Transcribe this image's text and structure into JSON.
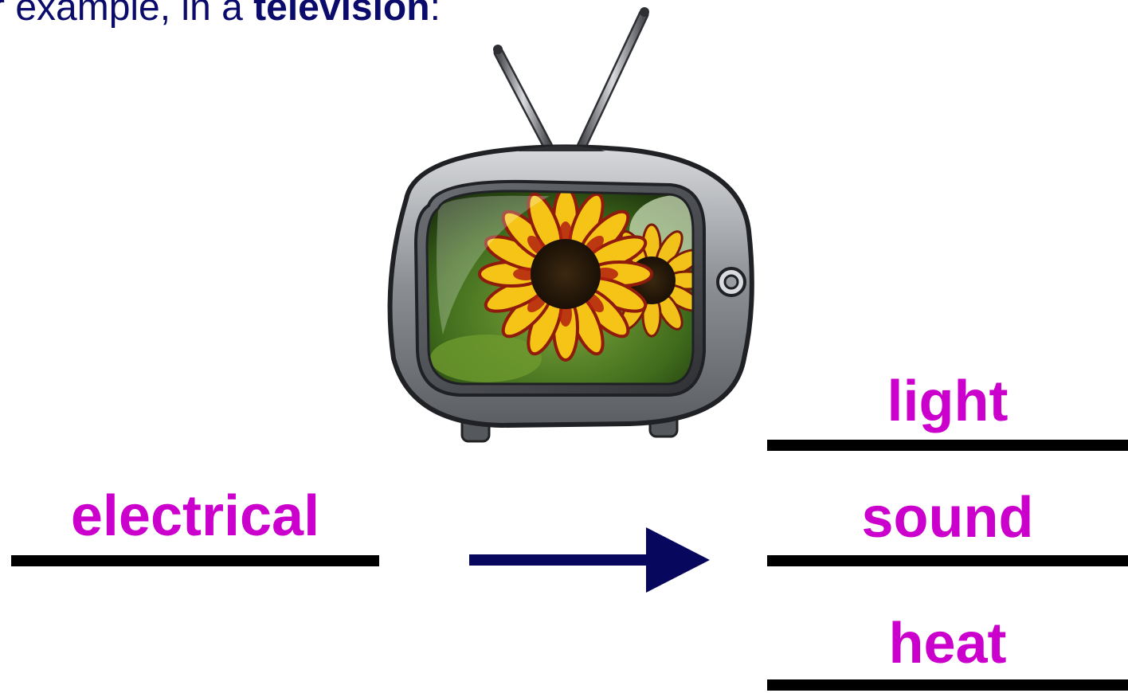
{
  "intro": {
    "prefix": "r example, in a ",
    "device": "television",
    "suffix": ":"
  },
  "input_energy": "electrical",
  "output_energies": [
    "light",
    "sound",
    "heat"
  ],
  "colors": {
    "intro_text": "#0b0b6b",
    "answer_text": "#cc00cc",
    "arrow": "#07075e",
    "blank_line": "#000000"
  },
  "icons": {
    "device": "television-icon",
    "arrow": "arrow-right-icon"
  }
}
